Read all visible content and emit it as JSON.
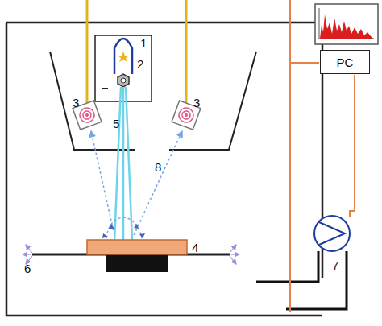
{
  "diagram": {
    "nodes": [
      {
        "text": [
          "PC"
        ]
      }
    ],
    "labels": [
      "1",
      "2",
      "3",
      "3",
      "4",
      "5",
      "6",
      "7",
      "8"
    ]
  }
}
